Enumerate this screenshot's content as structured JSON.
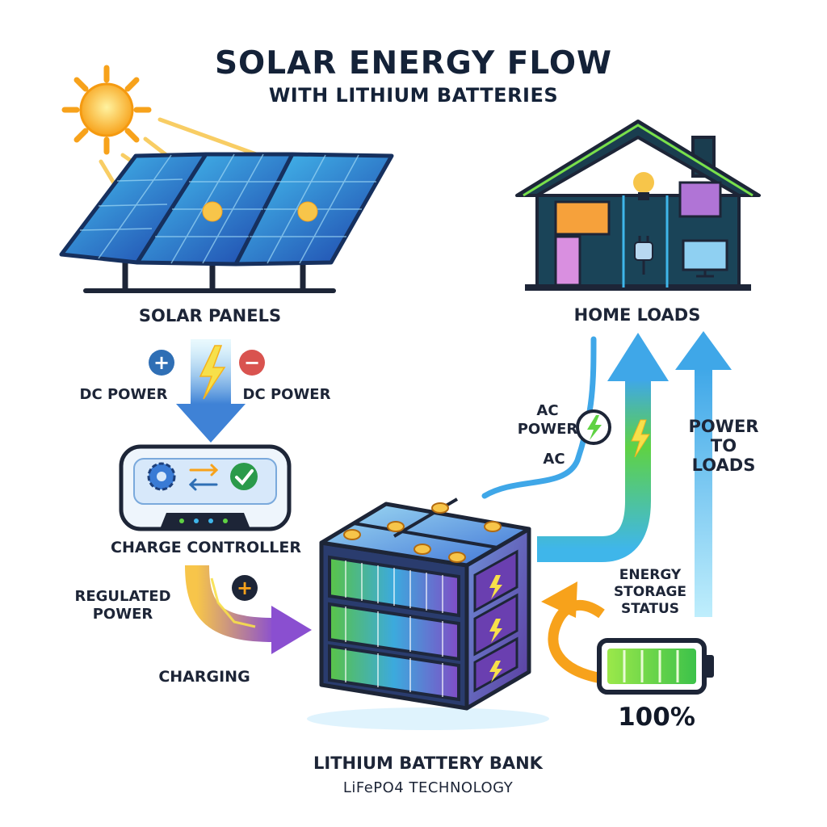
{
  "title": {
    "line1": "SOLAR ENERGY FLOW",
    "line2": "WITH LITHIUM BATTERIES"
  },
  "solar_panels": {
    "label": "SOLAR PANELS"
  },
  "dc": {
    "left_label": "DC POWER",
    "right_label": "DC POWER",
    "plus_symbol": "+",
    "minus_symbol": "−"
  },
  "charge_controller": {
    "label": "CHARGE CONTROLLER"
  },
  "regulated": {
    "line1": "REGULATED",
    "line2": "POWER",
    "plus_symbol": "+"
  },
  "charging": {
    "label": "CHARGING"
  },
  "home": {
    "label": "HOME LOADS"
  },
  "ac": {
    "line1": "AC",
    "line2": "POWER",
    "line3": "AC"
  },
  "power_to_loads": {
    "line1": "POWER",
    "line2": "TO",
    "line3": "LOADS"
  },
  "storage": {
    "line1": "ENERGY",
    "line2": "STORAGE",
    "line3": "STATUS"
  },
  "battery_status": {
    "percent": "100%",
    "charge_level": 1.0
  },
  "battery_bank": {
    "label": "LITHIUM BATTERY BANK",
    "sublabel": "LiFePO4 TECHNOLOGY"
  },
  "icons": [
    "sun-icon",
    "solar-panel-icon",
    "house-icon",
    "lightbulb-icon",
    "plug-icon",
    "monitor-icon",
    "gear-icon",
    "swap-arrows-icon",
    "checkmark-icon",
    "lightning-icon",
    "battery-icon"
  ],
  "colors": {
    "navy": "#142238",
    "solar_blue": "#2f6fd6",
    "sun_orange": "#f7a21b",
    "green": "#5fd243",
    "purple": "#8a4fd0",
    "cyan": "#3fb6ea"
  }
}
